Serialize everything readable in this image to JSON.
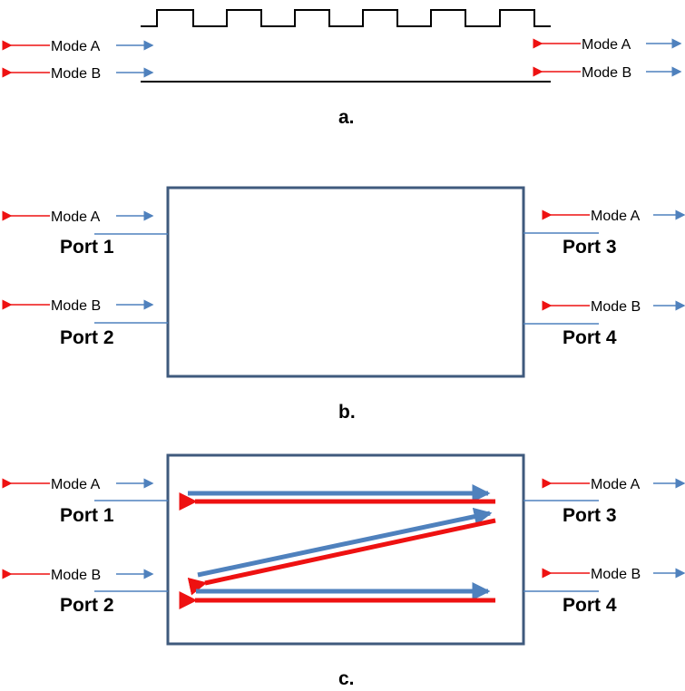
{
  "colors": {
    "backward_arrow": "#ee1111",
    "forward_arrow": "#4f81bd",
    "box_border": "#3f5a7d",
    "port_line": "#4f81bd",
    "grating_line": "#000000"
  },
  "panel_a": {
    "caption": "a.",
    "left_labels": [
      "Mode A",
      "Mode B"
    ],
    "right_labels": [
      "Mode A",
      "Mode B"
    ]
  },
  "panel_b": {
    "caption": "b.",
    "mode_labels": {
      "p1": "Mode A",
      "p2": "Mode B",
      "p3": "Mode A",
      "p4": "Mode B"
    },
    "ports": {
      "p1": "Port 1",
      "p2": "Port 2",
      "p3": "Port 3",
      "p4": "Port 4"
    }
  },
  "panel_c": {
    "caption": "c.",
    "mode_labels": {
      "p1": "Mode A",
      "p2": "Mode B",
      "p3": "Mode A",
      "p4": "Mode B"
    },
    "ports": {
      "p1": "Port 1",
      "p2": "Port 2",
      "p3": "Port 3",
      "p4": "Port 4"
    }
  }
}
